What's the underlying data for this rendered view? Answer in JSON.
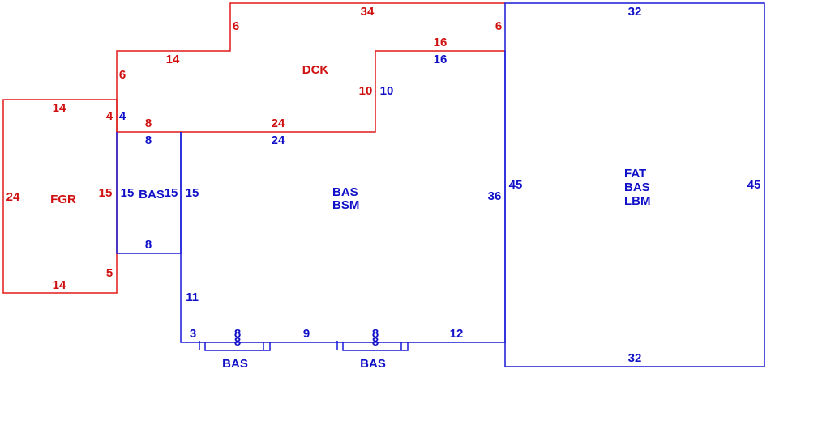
{
  "colors": {
    "red": "#d01010",
    "blue": "#1010c8",
    "background": "#ffffff"
  },
  "dimensions": {
    "dck_top": "34",
    "dck_left_step": "6",
    "dck_right_step": "6",
    "dck_upper_ledge": "14",
    "dck_left_side": "6",
    "dck_inner_top": "16",
    "dck_inner_vertical": "10",
    "dck_bottom_left": "8",
    "dck_bottom": "24",
    "fgr_top": "14",
    "fgr_left": "24",
    "fgr_right": "15",
    "fgr_right_bottom": "5",
    "fgr_bottom": "14",
    "fgr_dck_joint_red": "4",
    "fgr_dck_joint_blue": "4",
    "bas_small_top": "8",
    "bas_small_left": "15",
    "bas_small_right": "15",
    "bas_small_bottom": "8",
    "bsm_top_left": "24",
    "bsm_top_right": "16",
    "bsm_step": "10",
    "bsm_left_outer": "15",
    "bsm_left_lower": "11",
    "bsm_right": "36",
    "bsm_bottom_a": "3",
    "bsm_bottom_b": "8",
    "bsm_bottom_b2": "8",
    "bsm_bottom_c": "9",
    "bsm_bottom_d": "8",
    "bsm_bottom_d2": "8",
    "bsm_bottom_e": "12",
    "fat_top": "32",
    "fat_left": "45",
    "fat_right": "45",
    "fat_bottom": "32"
  },
  "areas": {
    "dck": "DCK",
    "fgr": "FGR",
    "bas_small": "BAS",
    "main_line1": "BAS",
    "main_line2": "BSM",
    "fat_line1": "FAT",
    "fat_line2": "BAS",
    "fat_line3": "LBM",
    "bay_left": "BAS",
    "bay_right": "BAS"
  }
}
